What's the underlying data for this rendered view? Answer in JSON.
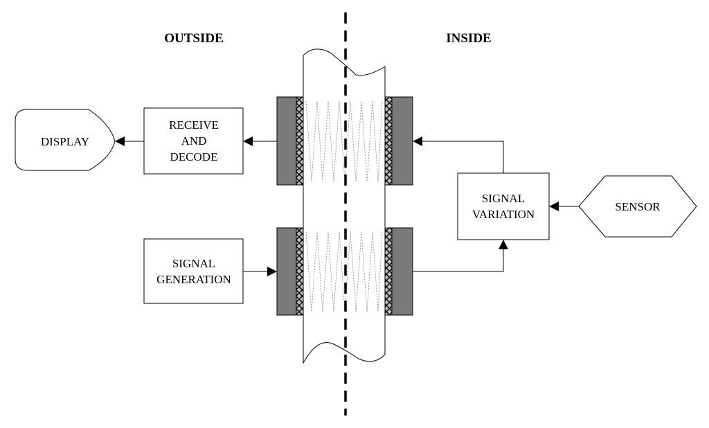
{
  "labels": {
    "outside": "OUTSIDE",
    "inside": "INSIDE",
    "display": "DISPLAY",
    "receive_line1": "RECEIVE",
    "receive_line2": "AND",
    "receive_line3": "DECODE",
    "signal_generation_line1": "SIGNAL",
    "signal_generation_line2": "GENERATION",
    "signal_variation_line1": "SIGNAL",
    "signal_variation_line2": "VARIATION",
    "sensor": "SENSOR"
  },
  "colors": {
    "core": "#7a7a7a",
    "bobbin": "#bdbdbd",
    "line": "#000000",
    "background": "#ffffff"
  }
}
